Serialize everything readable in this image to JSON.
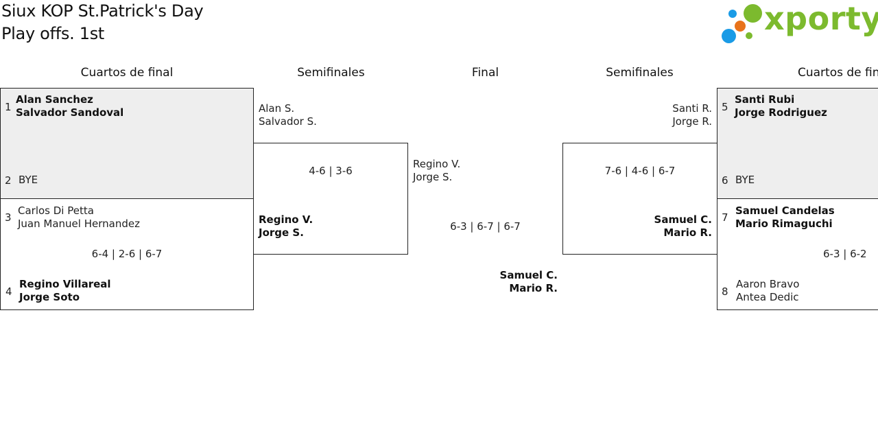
{
  "header": {
    "title_line1": "Siux KOP St.Patrick's Day",
    "title_line2": "Play offs. 1st",
    "logo_text": "xporty",
    "logo_colors": [
      "#1a9be6",
      "#e8731b",
      "#7cba2e"
    ]
  },
  "columns": {
    "cuartos_left": "Cuartos de final",
    "semis_left": "Semifinales",
    "final": "Final",
    "semis_right": "Semifinales",
    "cuartos_right": "Cuartos de fin"
  },
  "quarters_left": {
    "m1": {
      "seed_a": "1",
      "a1": "Alan Sanchez",
      "a2": "Salvador Sandoval",
      "seed_b": "2",
      "b1": "BYE"
    },
    "m2": {
      "seed_a": "3",
      "a1": "Carlos Di Petta",
      "a2": "Juan Manuel Hernandez",
      "score": "6-4 | 2-6 | 6-7",
      "seed_b": "4",
      "b1": "Regino Villareal",
      "b2": "Jorge Soto"
    }
  },
  "semis_left": {
    "a1": "Alan S.",
    "a2": "Salvador S.",
    "score": "4-6 | 3-6",
    "b1": "Regino V.",
    "b2": "Jorge S."
  },
  "final": {
    "a1": "Regino V.",
    "a2": "Jorge S.",
    "score": "6-3 | 6-7 | 6-7",
    "b1": "Samuel C.",
    "b2": "Mario R."
  },
  "semis_right": {
    "a1": "Santi R.",
    "a2": "Jorge R.",
    "score": "7-6 | 4-6 | 6-7",
    "b1": "Samuel C.",
    "b2": "Mario R."
  },
  "quarters_right": {
    "m1": {
      "seed_a": "5",
      "a1": "Santi Rubi",
      "a2": "Jorge Rodriguez",
      "seed_b": "6",
      "b1": "BYE"
    },
    "m2": {
      "seed_a": "7",
      "a1": "Samuel Candelas",
      "a2": "Mario Rimaguchi",
      "score": "6-3 | 6-2",
      "seed_b": "8",
      "b1": "Aaron Bravo",
      "b2": "Antea Dedic"
    }
  }
}
